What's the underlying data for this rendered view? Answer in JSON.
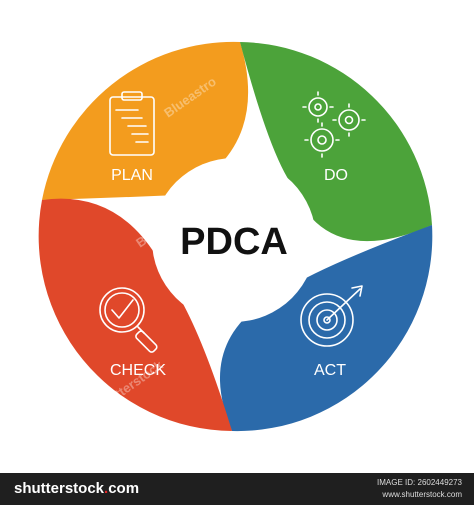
{
  "diagram": {
    "center_title": "PDCA",
    "segments": [
      {
        "key": "plan",
        "label": "PLAN",
        "color": "#F39C1E",
        "icon": "clipboard-gantt-icon"
      },
      {
        "key": "do",
        "label": "DO",
        "color": "#4CA33A",
        "icon": "gears-icon"
      },
      {
        "key": "act",
        "label": "ACT",
        "color": "#2B6AAA",
        "icon": "target-arrow-icon"
      },
      {
        "key": "check",
        "label": "CHECK",
        "color": "#E0482A",
        "icon": "magnifier-check-icon"
      }
    ],
    "watermarks": [
      "Blueastro",
      "Blueastro",
      "shutterstock"
    ]
  },
  "footer": {
    "brand_main": "shutterstock",
    "brand_dot": ".",
    "brand_suffix": "com",
    "image_id_line": "IMAGE ID: 2602449273",
    "site_line": "www.shutterstock.com"
  }
}
